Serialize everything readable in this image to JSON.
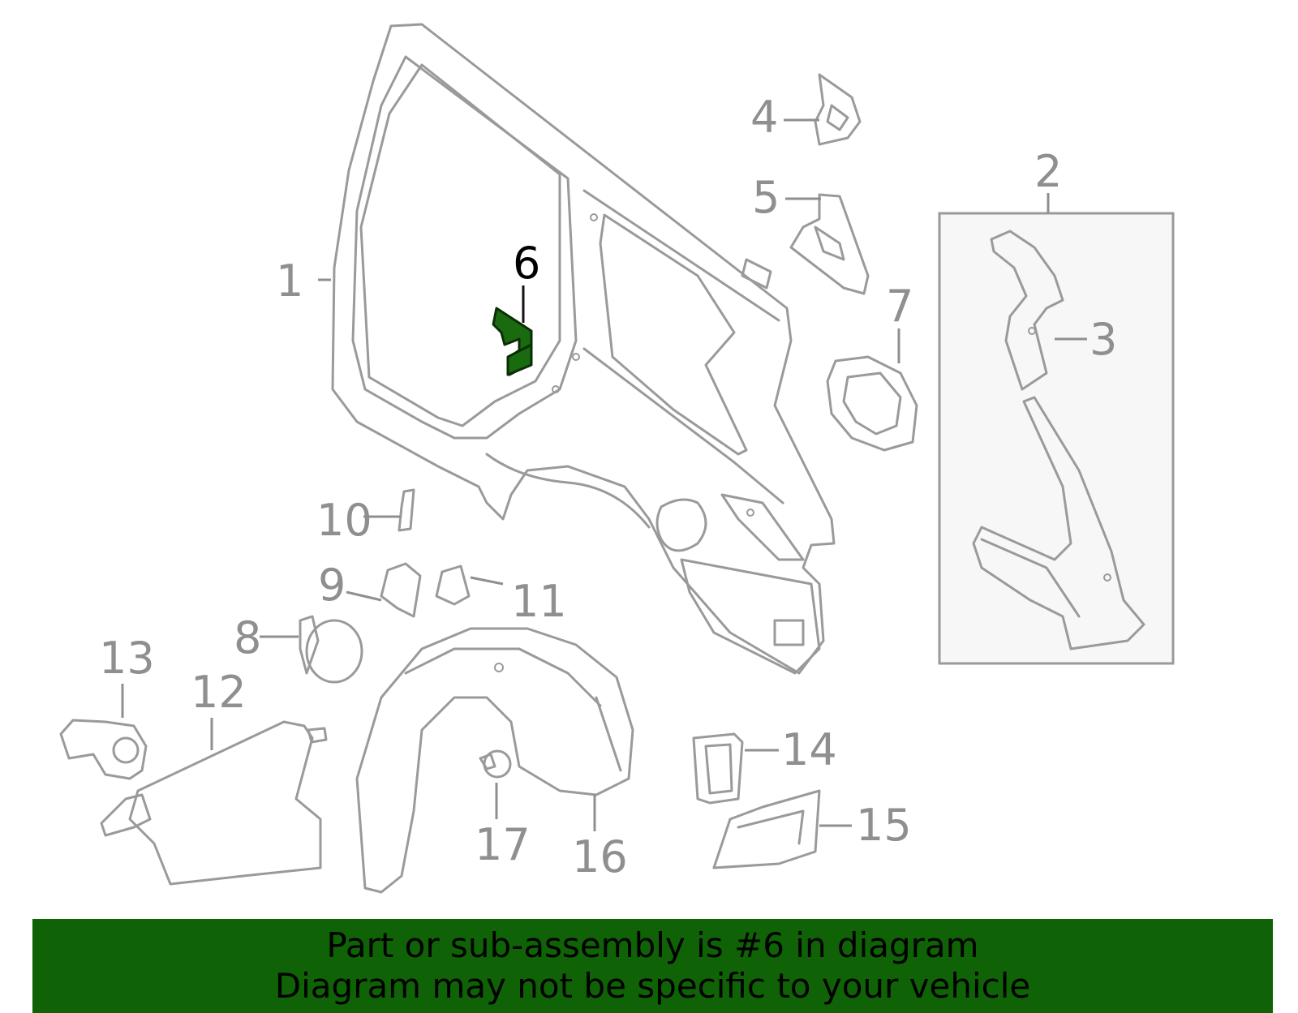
{
  "diagram": {
    "callouts": [
      {
        "id": "1",
        "label": "1"
      },
      {
        "id": "2",
        "label": "2"
      },
      {
        "id": "3",
        "label": "3"
      },
      {
        "id": "4",
        "label": "4"
      },
      {
        "id": "5",
        "label": "5"
      },
      {
        "id": "6",
        "label": "6"
      },
      {
        "id": "7",
        "label": "7"
      },
      {
        "id": "8",
        "label": "8"
      },
      {
        "id": "9",
        "label": "9"
      },
      {
        "id": "10",
        "label": "10"
      },
      {
        "id": "11",
        "label": "11"
      },
      {
        "id": "12",
        "label": "12"
      },
      {
        "id": "13",
        "label": "13"
      },
      {
        "id": "14",
        "label": "14"
      },
      {
        "id": "15",
        "label": "15"
      },
      {
        "id": "16",
        "label": "16"
      },
      {
        "id": "17",
        "label": "17"
      }
    ],
    "highlighted_part": "6",
    "colors": {
      "highlight": "#1a6b10",
      "line": "#9a9a9a",
      "banner": "#0f6205"
    }
  },
  "banner": {
    "line1": "Part or sub-assembly is #6 in diagram",
    "line2": "Diagram may not be specific to your vehicle"
  }
}
